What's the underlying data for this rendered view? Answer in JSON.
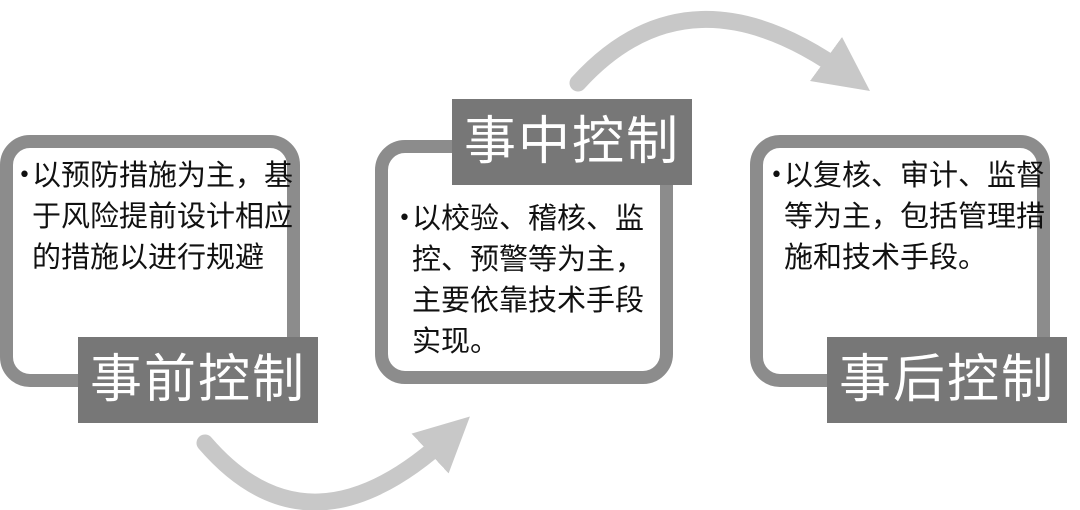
{
  "stages": [
    {
      "label": "事前控制",
      "items": [
        "以预防措施为主，基于风险提前设计相应的措施以进行规避"
      ]
    },
    {
      "label": "事中控制",
      "items": [
        "以校验、稽核、监控、预警等为主，主要依靠技术手段实现。"
      ]
    },
    {
      "label": "事后控制",
      "items": [
        "以复核、审计、监督等为主，包括管理措施和技术手段。"
      ]
    }
  ],
  "colors": {
    "frame": "#8c8c8c",
    "label_bg": "#777777",
    "arrow": "#c8c8c8"
  }
}
